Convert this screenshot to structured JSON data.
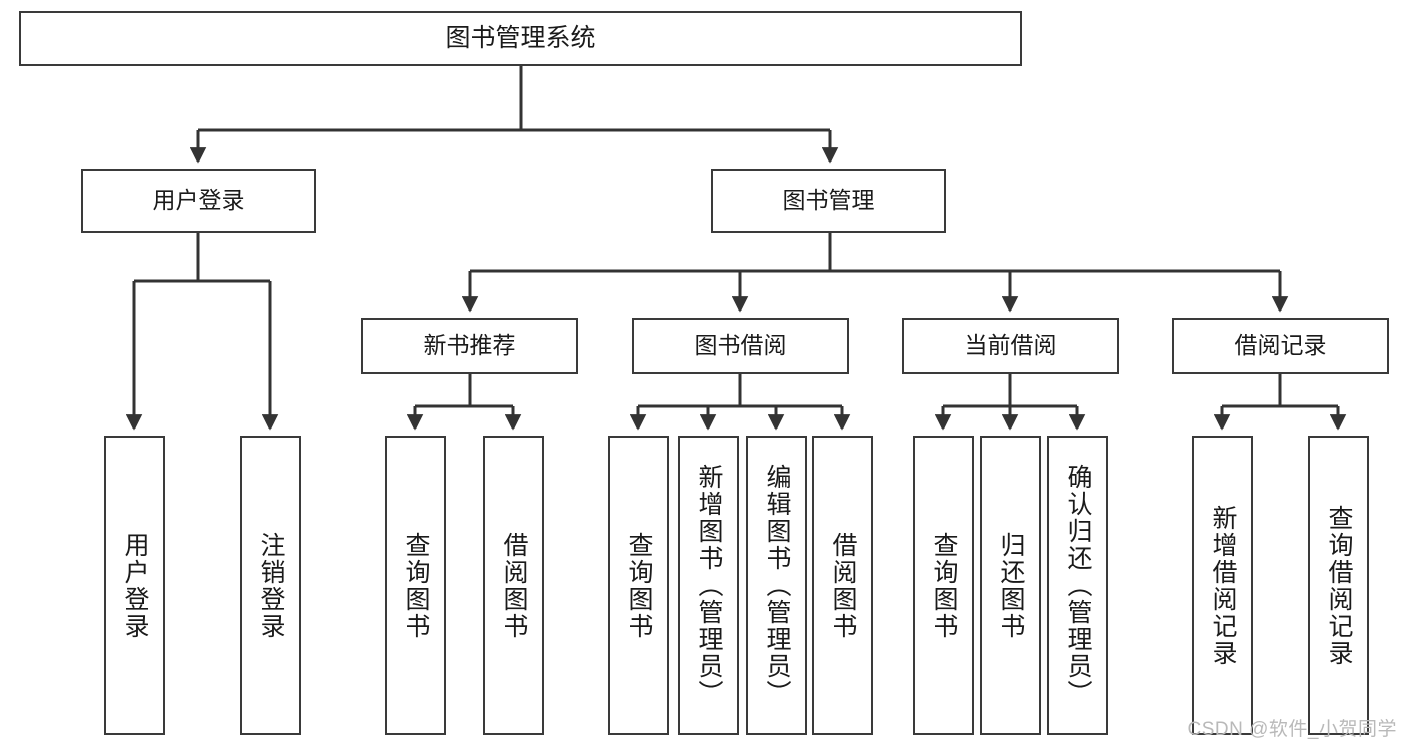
{
  "diagram": {
    "type": "tree-hierarchy",
    "title": "图书管理系统",
    "watermark": "CSDN @软件_小贺同学",
    "colors": {
      "box_border": "#3a3a3a",
      "box_fill": "#ffffff",
      "edge": "#333333",
      "text": "#1a1a1a",
      "watermark": "#b9b9b9",
      "background": "#ffffff"
    },
    "nodes": {
      "root": {
        "label": "图书管理系统",
        "level": 1
      },
      "level2": [
        {
          "id": "user-login",
          "label": "用户登录"
        },
        {
          "id": "book-management",
          "label": "图书管理"
        }
      ],
      "level3": [
        {
          "id": "new-book-recommend",
          "label": "新书推荐",
          "parent": "book-management"
        },
        {
          "id": "book-borrow",
          "label": "图书借阅",
          "parent": "book-management"
        },
        {
          "id": "current-borrow",
          "label": "当前借阅",
          "parent": "book-management"
        },
        {
          "id": "borrow-record",
          "label": "借阅记录",
          "parent": "book-management"
        }
      ],
      "leaves": [
        {
          "id": "leaf-user-login",
          "label": "用户登录",
          "parent": "user-login"
        },
        {
          "id": "leaf-logout",
          "label": "注销登录",
          "parent": "user-login"
        },
        {
          "id": "leaf-query-book-1",
          "label": "查询图书",
          "parent": "new-book-recommend"
        },
        {
          "id": "leaf-borrow-book-1",
          "label": "借阅图书",
          "parent": "new-book-recommend"
        },
        {
          "id": "leaf-query-book-2",
          "label": "查询图书",
          "parent": "book-borrow"
        },
        {
          "id": "leaf-add-book",
          "label": "新增图书（管理员）",
          "parent": "book-borrow"
        },
        {
          "id": "leaf-edit-book",
          "label": "编辑图书（管理员）",
          "parent": "book-borrow"
        },
        {
          "id": "leaf-borrow-book-2",
          "label": "借阅图书",
          "parent": "book-borrow"
        },
        {
          "id": "leaf-query-book-3",
          "label": "查询图书",
          "parent": "current-borrow"
        },
        {
          "id": "leaf-return-book",
          "label": "归还图书",
          "parent": "current-borrow"
        },
        {
          "id": "leaf-confirm-return",
          "label": "确认归还（管理员）",
          "parent": "current-borrow"
        },
        {
          "id": "leaf-add-record",
          "label": "新增借阅记录",
          "parent": "borrow-record"
        },
        {
          "id": "leaf-query-record",
          "label": "查询借阅记录",
          "parent": "borrow-record"
        }
      ]
    }
  }
}
